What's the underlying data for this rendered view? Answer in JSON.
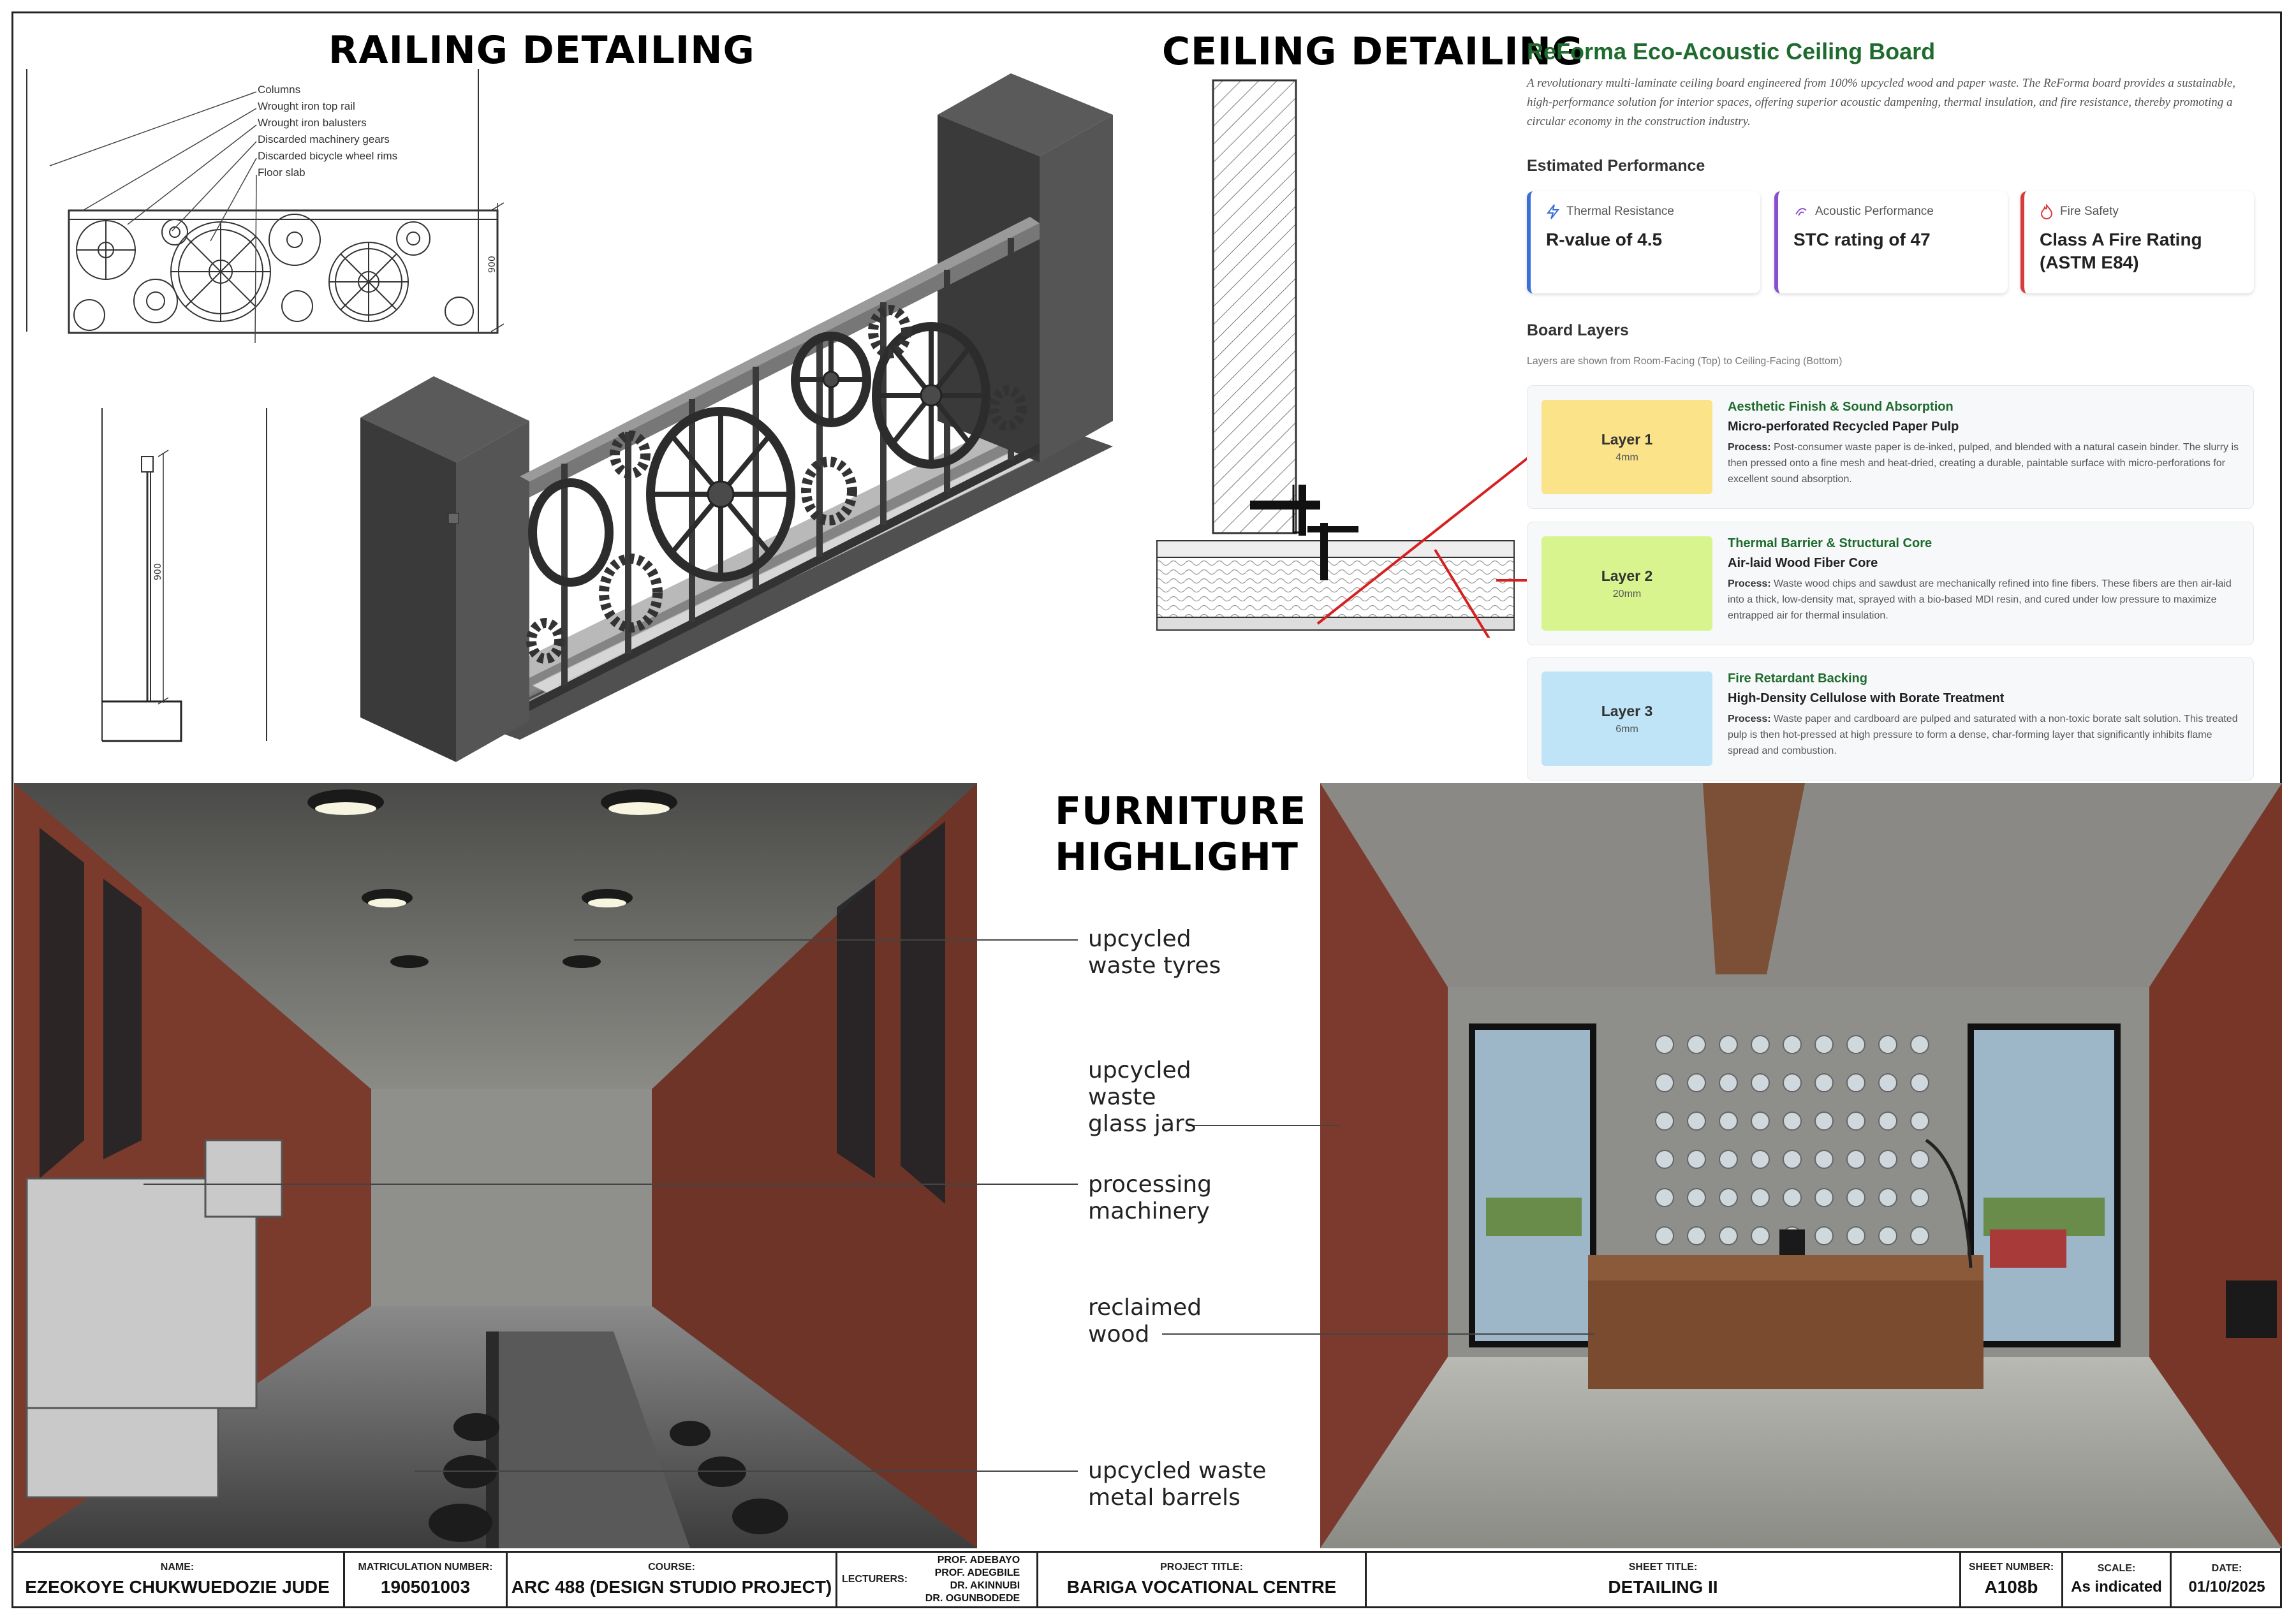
{
  "railing": {
    "title": "RAILING DETAILING",
    "legend": [
      "Columns",
      "Wrought iron top rail",
      "Wrought iron balusters",
      "Discarded machinery gears",
      "Discarded bicycle wheel rims",
      "Floor slab"
    ],
    "dim_elevation": "900",
    "dim_section": "900"
  },
  "ceiling": {
    "title": "CEILING DETAILING",
    "panel": {
      "heading": "ReForma Eco-Acoustic Ceiling Board",
      "description": "A revolutionary multi-laminate ceiling board engineered from 100% upcycled wood and paper waste. The ReForma board provides a sustainable, high-performance solution for interior spaces, offering superior acoustic dampening, thermal insulation, and fire resistance, thereby promoting a circular economy in the construction industry.",
      "perf_heading": "Estimated Performance",
      "performance": [
        {
          "label": "Thermal Resistance",
          "value": "R-value of 4.5",
          "icon": "bolt-icon",
          "color": "#3b6fd8"
        },
        {
          "label": "Acoustic Performance",
          "value": "STC rating of 47",
          "icon": "sound-wave-icon",
          "color": "#8a4fd0"
        },
        {
          "label": "Fire Safety",
          "value": "Class A Fire Rating (ASTM E84)",
          "icon": "flame-icon",
          "color": "#d83b3b"
        }
      ],
      "layers_heading": "Board Layers",
      "layers_note": "Layers are shown from Room-Facing (Top) to Ceiling-Facing (Bottom)",
      "process_label": "Process:",
      "layers": [
        {
          "name": "Layer 1",
          "size": "4mm",
          "color": "#fbe38a",
          "title": "Aesthetic Finish & Sound Absorption",
          "subtitle": "Micro-perforated Recycled Paper Pulp",
          "process": "Post-consumer waste paper is de-inked, pulped, and blended with a natural casein binder. The slurry is then pressed onto a fine mesh and heat-dried, creating a durable, paintable surface with micro-perforations for excellent sound absorption."
        },
        {
          "name": "Layer 2",
          "size": "20mm",
          "color": "#d8f48f",
          "title": "Thermal Barrier & Structural Core",
          "subtitle": "Air-laid Wood Fiber Core",
          "process": "Waste wood chips and sawdust are mechanically refined into fine fibers. These fibers are then air-laid into a thick, low-density mat, sprayed with a bio-based MDI resin, and cured under low pressure to maximize entrapped air for thermal insulation."
        },
        {
          "name": "Layer 3",
          "size": "6mm",
          "color": "#bfe4f8",
          "title": "Fire Retardant Backing",
          "subtitle": "High-Density Cellulose with Borate Treatment",
          "process": "Waste paper and cardboard are pulped and saturated with a non-toxic borate salt solution. This treated pulp is then hot-pressed at high pressure to form a dense, char-forming layer that significantly inhibits flame spread and combustion."
        }
      ]
    }
  },
  "furniture": {
    "title_line1": "FURNITURE",
    "title_line2": "HIGHLIGHT",
    "callouts": [
      "upcycled\nwaste tyres",
      "upcycled\nwaste\nglass jars",
      "processing\nmachinery",
      "reclaimed\nwood",
      "upcycled waste\nmetal barrels"
    ]
  },
  "titleblock": {
    "name_label": "NAME:",
    "name": "EZEOKOYE CHUKWUEDOZIE JUDE",
    "matric_label": "MATRICULATION NUMBER:",
    "matric": "190501003",
    "course_label": "COURSE:",
    "course": "ARC 488 (DESIGN STUDIO PROJECT)",
    "lecturers_label": "LECTURERS:",
    "lecturers": [
      "PROF. ADEBAYO",
      "PROF. ADEGBILE",
      "DR. AKINNUBI",
      "DR. OGUNBODEDE"
    ],
    "project_label": "PROJECT TITLE:",
    "project": "BARIGA VOCATIONAL CENTRE",
    "sheet_title_label": "SHEET TITLE:",
    "sheet_title": "DETAILING II",
    "sheet_no_label": "SHEET NUMBER:",
    "sheet_no": "A108b",
    "scale_label": "SCALE:",
    "scale": "As indicated",
    "date_label": "DATE:",
    "date": "01/10/2025"
  }
}
